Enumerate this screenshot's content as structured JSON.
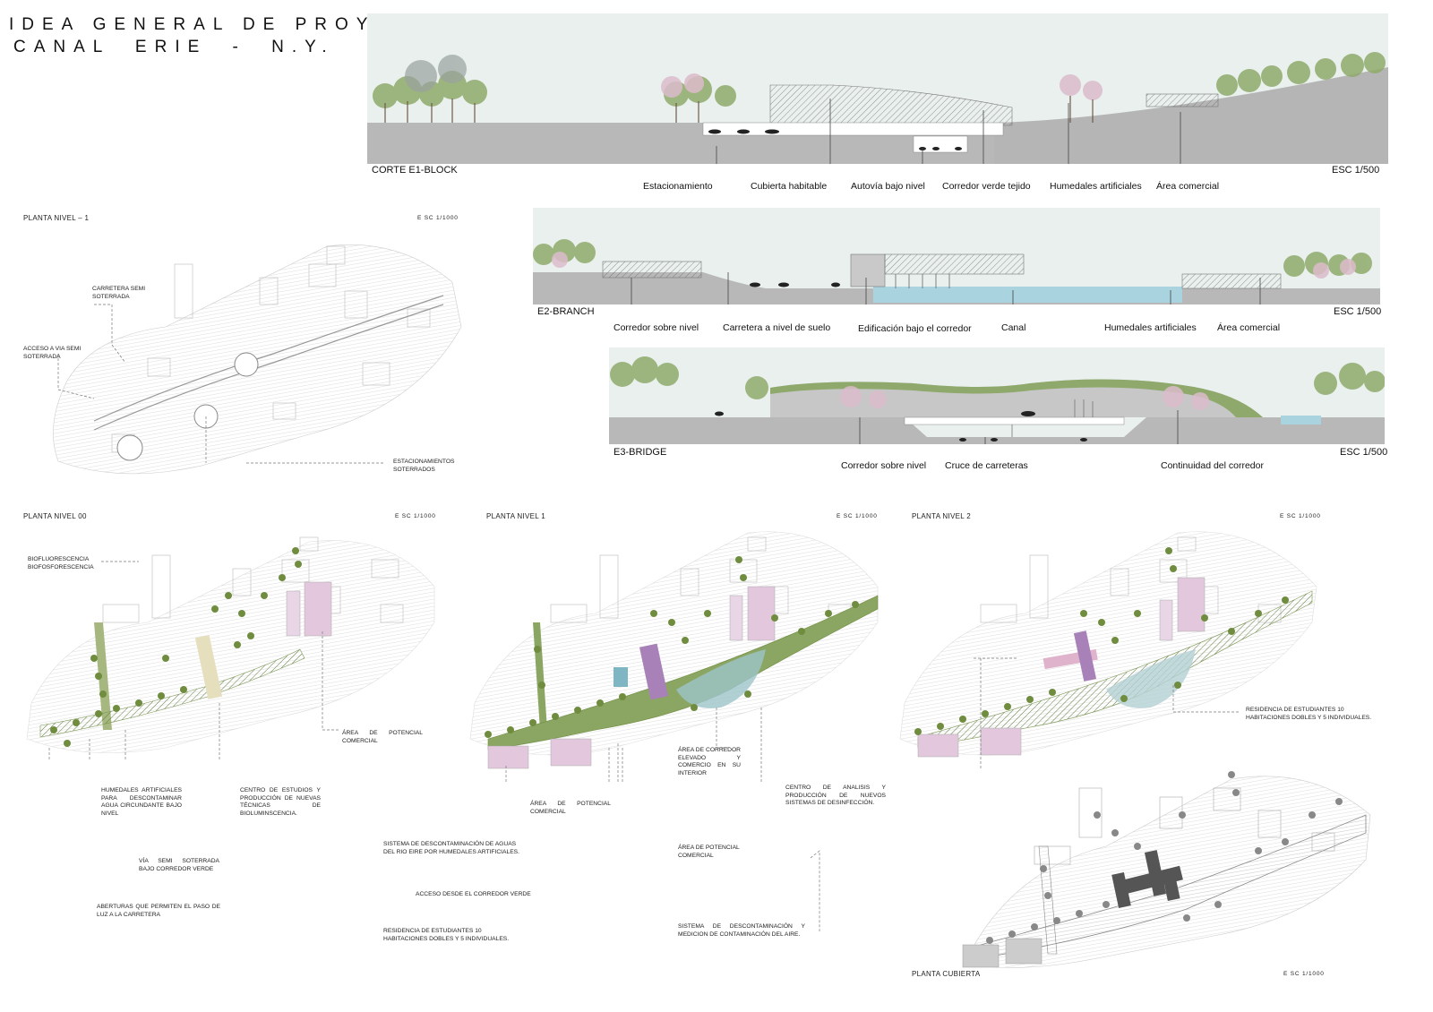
{
  "title": {
    "line1": "IDEA GENERAL DE PROYECTO",
    "line2": "CANAL ERIE - N.Y."
  },
  "sections": {
    "e1": {
      "name": "CORTE E1-BLOCK",
      "scale": "ESC 1/500",
      "labels": [
        "Estacionamiento",
        "Cubierta habitable",
        "Autovía bajo nivel",
        "Corredor verde tejido",
        "Humedales artificiales",
        "Área comercial"
      ]
    },
    "e2": {
      "name": "E2-BRANCH",
      "scale": "ESC 1/500",
      "labels": [
        "Corredor sobre nivel",
        "Carretera a nivel de suelo",
        "Edificación bajo el corredor",
        "Canal",
        "Humedales artificiales",
        "Área comercial"
      ]
    },
    "e3": {
      "name": "E3-BRIDGE",
      "scale": "ESC 1/500",
      "labels": [
        "Corredor sobre nivel",
        "Cruce de carreteras",
        "Continuidad del corredor"
      ]
    }
  },
  "plans": {
    "nivel_m1": {
      "title": "PLANTA NIVEL – 1",
      "scale": "E SC 1/1000",
      "notes": {
        "carretera": "CARRETERA SEMI SOTERRADA",
        "acceso": "ACCESO A VIA SEMI SOTERRADA",
        "estac": "ESTACIONAMIENTOS SOTERRADOS"
      }
    },
    "nivel_00": {
      "title": "PLANTA NIVEL 00",
      "scale": "E SC 1/1000",
      "notes": {
        "bio": "BIOFLUORESCENCIA BIOFOSFORESCENCIA",
        "area": "ÁREA DE POTENCIAL COMERCIAL",
        "humedales": "HUMEDALES ARTIFICIALES PARA DESCONTAMINAR AGUA CIRCUNDANTE BAJO NIVEL",
        "centro": "CENTRO DE ESTUDIOS Y PRODUCCIÓN DE NUEVAS TÉCNICAS DE BIOLUMINSCENCIA.",
        "via": "VÍA SEMI SOTERRADA BAJO CORREDOR VERDE",
        "aberturas": "ABERTURAS QUE PERMITEN EL PASO DE LUZ A LA CARRETERA"
      }
    },
    "nivel_1": {
      "title": "PLANTA NIVEL 1",
      "scale": "E SC 1/1000",
      "notes": {
        "corredor": "ÁREA DE CORREDOR ELEVADO Y COMERCIO EN SU INTERIOR",
        "area1": "ÁREA DE POTENCIAL COMERCIAL",
        "sistema": "SISTEMA DE DESCONTAMINACIÓN DE AGUAS DEL RIO EIRE POR HUMEDALES ARTIFICIALES.",
        "area2": "ÁREA DE POTENCIAL COMERCIAL",
        "acceso": "ACCESO DESDE EL CORREDOR VERDE",
        "residencia": "RESIDENCIA DE ESTUDIANTES 10 HABITACIONES DOBLES Y 5 INDIVIDUALES.",
        "medicion": "SISTEMA DE DESCONTAMINACIÓN Y MEDICION DE CONTAMINACIÓN DEL AIRE."
      }
    },
    "nivel_2": {
      "title": "PLANTA NIVEL 2",
      "scale": "E SC 1/1000",
      "notes": {
        "residencia": "RESIDENCIA DE ESTUDIANTES 10 HABITACIONES DOBLES Y 5 INDIVIDUALES.",
        "centro": "CENTRO DE ANALISIS Y PRODUCCIÓN DE NUEVOS SISTEMAS DE DESINFECCIÓN."
      }
    },
    "cubierta": {
      "title": "PLANTA CUBIERTA",
      "scale": "E SC 1/1000"
    }
  },
  "colors": {
    "ground": "#b7b7b7",
    "sky": "#e7efec",
    "tree": "#7f9a5c",
    "blossom": "#d8b7c3",
    "green": "#7c9653",
    "pink": "#c9a6c4",
    "violet": "#a781b8",
    "water": "#8fc3cf"
  }
}
